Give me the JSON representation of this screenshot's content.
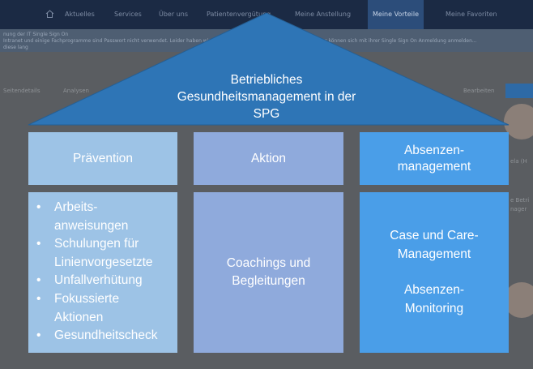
{
  "background": {
    "nav_items": [
      "Aktuelles",
      "Services",
      "Über uns",
      "Patientenvergütung",
      "Meine Anstellung",
      "Meine Vorteile",
      "Meine Favoriten"
    ],
    "nav_active": "Meine Vorteile",
    "strip_lines": [
      "nung der IT Single Sign On",
      "Intranet und einige Fachprogramme sind Passwort nicht verwendet. Leider haben wir ein Problem mit Single Sign On. Die Mitarbeiter können sich mit ihrer Single Sign On Anmeldung anmelden...",
      "diese lang"
    ],
    "left_tools": [
      "Seitendetails",
      "Analysen"
    ],
    "edit_label": "Bearbeiten",
    "side_fragments": [
      "ela (H",
      "e Betri",
      "nager"
    ]
  },
  "diagram": {
    "title_lines": [
      "Betriebliches",
      "Gesundheitsmanagement in der",
      "SPG"
    ],
    "columns": [
      {
        "header_lines": [
          "Prävention"
        ],
        "bullets": [
          [
            "Arbeits-",
            "anweisungen"
          ],
          [
            "Schulungen für",
            "Linienvorgesetzte"
          ],
          [
            "Unfallverhütung"
          ],
          [
            "Fokussierte",
            "Aktionen"
          ],
          [
            "Gesundheitscheck"
          ]
        ]
      },
      {
        "header_lines": [
          "Aktion"
        ],
        "body_lines": [
          "Coachings und",
          "Begleitungen"
        ]
      },
      {
        "header_lines": [
          "Absenzen-",
          "management"
        ],
        "body_groups": [
          [
            "Case und Care-",
            "Management"
          ],
          [
            "Absenzen-",
            "Monitoring"
          ]
        ]
      }
    ],
    "colors": {
      "roof": "#2e75b6",
      "roof_edge": "#255f94",
      "pillar_left": "#9dc3e6",
      "pillar_middle": "#8faadc",
      "pillar_right": "#4a9ee8",
      "text": "#ffffff"
    }
  }
}
